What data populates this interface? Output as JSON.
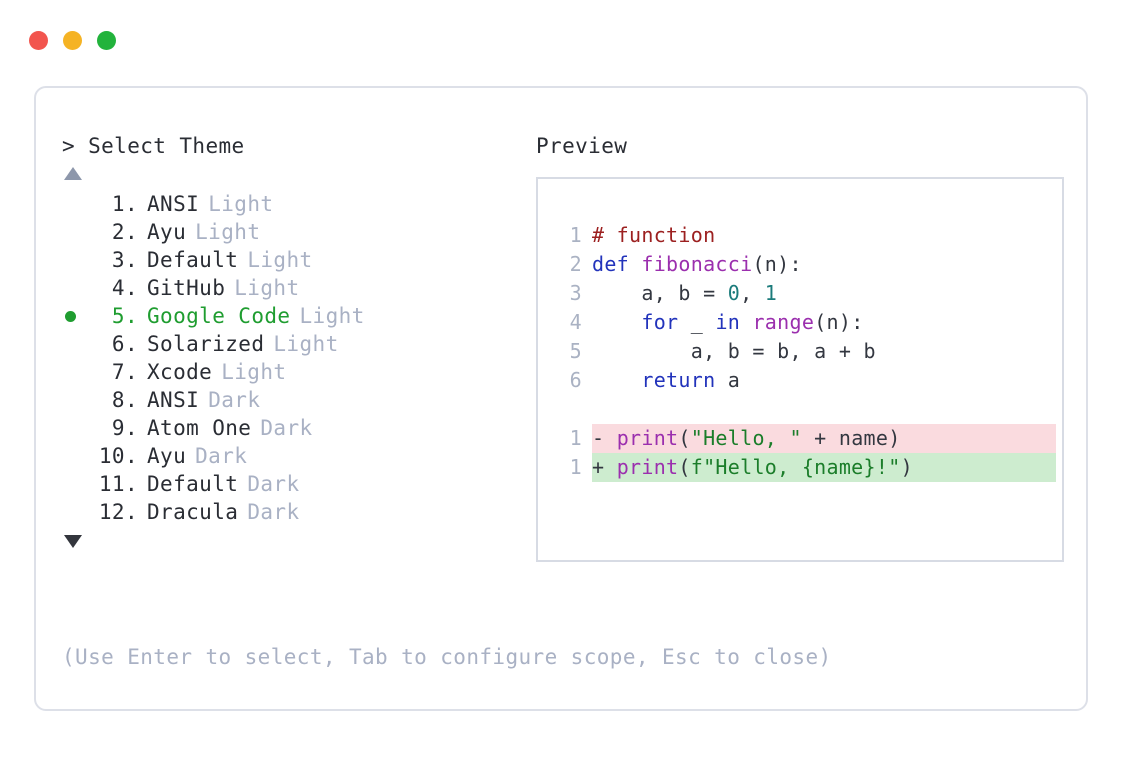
{
  "window": {
    "controls": [
      {
        "name": "close",
        "color": "#f2554e"
      },
      {
        "name": "minimize",
        "color": "#f5b324"
      },
      {
        "name": "maximize",
        "color": "#22b33c"
      }
    ]
  },
  "left_panel": {
    "prompt": "> Select Theme",
    "scroll_up_indicator": "▲",
    "scroll_down_indicator": "▼",
    "selected_index": 5,
    "selected_bullet": "●",
    "items": [
      {
        "index": "1.",
        "name": "ANSI",
        "variant": "Light",
        "selected": false
      },
      {
        "index": "2.",
        "name": "Ayu",
        "variant": "Light",
        "selected": false
      },
      {
        "index": "3.",
        "name": "Default",
        "variant": "Light",
        "selected": false
      },
      {
        "index": "4.",
        "name": "GitHub",
        "variant": "Light",
        "selected": false
      },
      {
        "index": "5.",
        "name": "Google Code",
        "variant": "Light",
        "selected": true
      },
      {
        "index": "6.",
        "name": "Solarized",
        "variant": "Light",
        "selected": false
      },
      {
        "index": "7.",
        "name": "Xcode",
        "variant": "Light",
        "selected": false
      },
      {
        "index": "8.",
        "name": "ANSI",
        "variant": "Dark",
        "selected": false
      },
      {
        "index": "9.",
        "name": "Atom One",
        "variant": "Dark",
        "selected": false
      },
      {
        "index": "10.",
        "name": "Ayu",
        "variant": "Dark",
        "selected": false
      },
      {
        "index": "11.",
        "name": "Default",
        "variant": "Dark",
        "selected": false
      },
      {
        "index": "12.",
        "name": "Dracula",
        "variant": "Dark",
        "selected": false
      }
    ]
  },
  "right_panel": {
    "title": "Preview",
    "code_lines": [
      {
        "number": "1",
        "tokens": [
          {
            "text": "# function",
            "type": "comment"
          }
        ]
      },
      {
        "number": "2",
        "tokens": [
          {
            "text": "def ",
            "type": "kw"
          },
          {
            "text": "fibonacci",
            "type": "fn"
          },
          {
            "text": "(n):",
            "type": "punct"
          }
        ]
      },
      {
        "number": "3",
        "tokens": [
          {
            "text": "    a, b = ",
            "type": "plain"
          },
          {
            "text": "0",
            "type": "num"
          },
          {
            "text": ", ",
            "type": "plain"
          },
          {
            "text": "1",
            "type": "num"
          }
        ]
      },
      {
        "number": "4",
        "tokens": [
          {
            "text": "    ",
            "type": "plain"
          },
          {
            "text": "for",
            "type": "kw"
          },
          {
            "text": " _ ",
            "type": "plain"
          },
          {
            "text": "in",
            "type": "kw"
          },
          {
            "text": " ",
            "type": "plain"
          },
          {
            "text": "range",
            "type": "fn"
          },
          {
            "text": "(n):",
            "type": "punct"
          }
        ]
      },
      {
        "number": "5",
        "tokens": [
          {
            "text": "        a, b = b, a + b",
            "type": "plain"
          }
        ]
      },
      {
        "number": "6",
        "tokens": [
          {
            "text": "    ",
            "type": "plain"
          },
          {
            "text": "return",
            "type": "kw"
          },
          {
            "text": " a",
            "type": "plain"
          }
        ]
      }
    ],
    "diff_lines": [
      {
        "number": "1",
        "kind": "del",
        "marker": "-",
        "tokens": [
          {
            "text": "print",
            "type": "fn"
          },
          {
            "text": "(",
            "type": "punct"
          },
          {
            "text": "\"Hello, \"",
            "type": "str"
          },
          {
            "text": " + name)",
            "type": "plain"
          }
        ]
      },
      {
        "number": "1",
        "kind": "add",
        "marker": "+",
        "tokens": [
          {
            "text": "print",
            "type": "fn"
          },
          {
            "text": "(",
            "type": "punct"
          },
          {
            "text": "f\"Hello, {name}!\"",
            "type": "str"
          },
          {
            "text": ")",
            "type": "punct"
          }
        ]
      }
    ]
  },
  "footer": {
    "hint": "(Use Enter to select, Tab to configure scope, Esc to close)"
  },
  "colors": {
    "accent_green": "#1f9d30",
    "muted": "#a9b1c4",
    "text": "#2a2d34",
    "card_border": "#dde0e8",
    "preview_border": "#d7dbe4",
    "diff_del_bg": "#fadbdf",
    "diff_add_bg": "#cdeccf"
  }
}
